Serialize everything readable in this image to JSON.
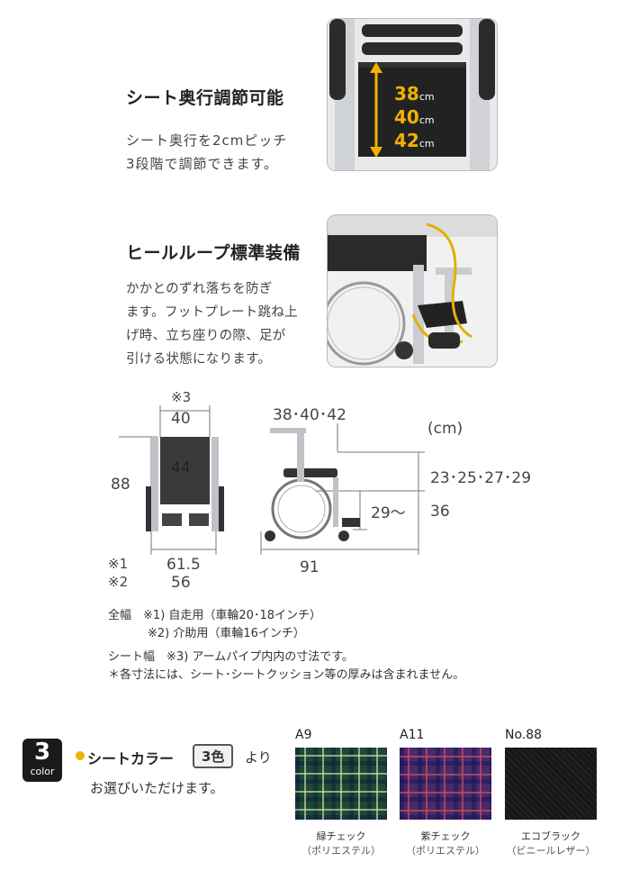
{
  "feature1": {
    "title": "シート奥行調節可能",
    "body": "シート奥行を2cmピッチ\n3段階で調節できます。",
    "depths": [
      {
        "num": "38",
        "unit": "cm"
      },
      {
        "num": "40",
        "unit": "cm"
      },
      {
        "num": "42",
        "unit": "cm"
      }
    ]
  },
  "feature2": {
    "title": "ヒールループ標準装備",
    "body": "かかとのずれ落ちを防ぎ\nます。フットプレート跳ね上\nげ時、立ち座りの際、足が\n引ける状態になります。"
  },
  "diagram": {
    "unit": "(cm)",
    "front_note": "※3",
    "seat_width": "40",
    "seat_depth_front": "44",
    "height": "88",
    "width1_mark": "※1",
    "width1": "61.5",
    "width2_mark": "※2",
    "width2": "56",
    "side_top": "38･40･42",
    "arm_height": "23･25･27･29",
    "seat_height": "36",
    "footrest": "29〜",
    "length": "91"
  },
  "notes": {
    "line1_label": "全幅",
    "line1": "※1) 自走用（車輪20･18インチ）",
    "line2": "※2) 介助用（車輪16インチ）",
    "line3_label": "シート幅",
    "line3": "※3) アームパイプ内内の寸法です。",
    "line4": "＊各寸法には、シート･シートクッション等の厚みは含まれません。"
  },
  "colors": {
    "badge_num": "3",
    "badge_word": "color",
    "heading": "シートカラー",
    "count": "3色",
    "suffix": "より",
    "line2": "お選びいただけます。",
    "swatches": [
      {
        "code": "A9",
        "name": "緑チェック",
        "material": "（ポリエステル）",
        "color": "#1e4a34"
      },
      {
        "code": "A11",
        "name": "紫チェック",
        "material": "（ポリエステル）",
        "color": "#4a2a6a"
      },
      {
        "code": "No.88",
        "name": "エコブラック",
        "material": "（ビニールレザー）",
        "color": "#161616"
      }
    ]
  }
}
